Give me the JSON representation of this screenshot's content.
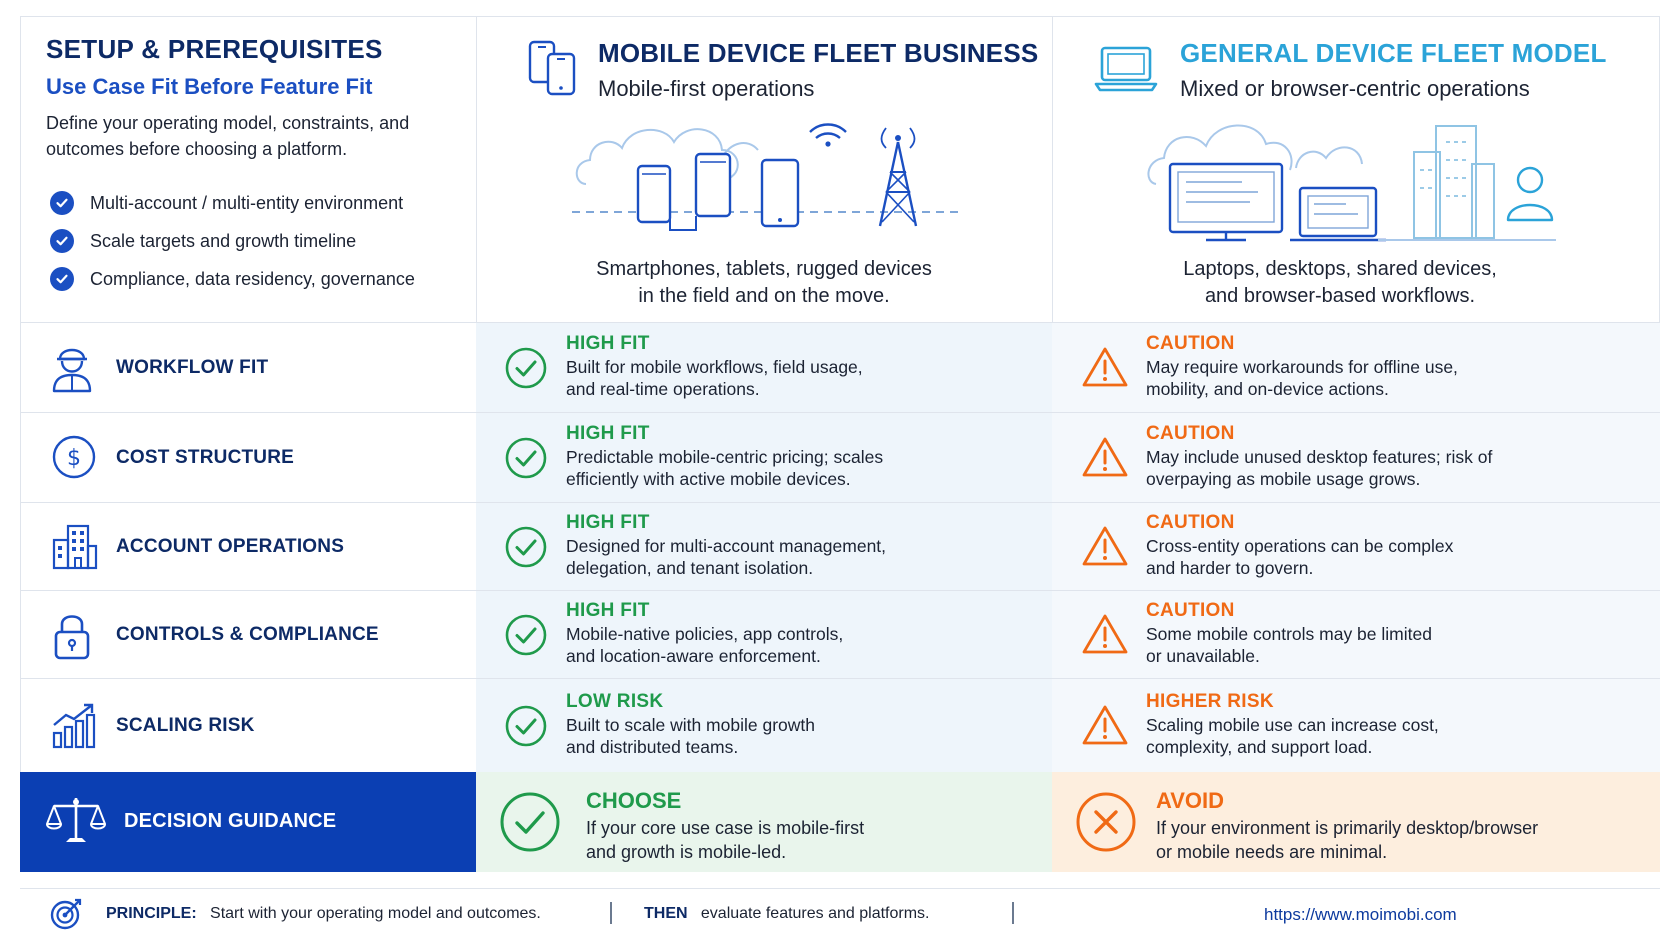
{
  "setup": {
    "title": "SETUP & PREREQUISITES",
    "subtitle": "Use Case Fit Before Feature Fit",
    "description": "Define your operating model, constraints, and outcomes before choosing a platform.",
    "checks": [
      "Multi-account / multi-entity environment",
      "Scale targets and growth timeline",
      "Compliance, data residency, governance"
    ]
  },
  "mobile": {
    "title": "MOBILE DEVICE FLEET BUSINESS",
    "subtitle": "Mobile-first operations",
    "caption_line1": "Smartphones, tablets, rugged devices",
    "caption_line2": "in the field and on the move.",
    "icon": "phones-icon"
  },
  "general": {
    "title": "GENERAL DEVICE FLEET MODEL",
    "subtitle": "Mixed or browser-centric operations",
    "caption_line1": "Laptops, desktops, shared devices,",
    "caption_line2": "and browser-based workflows.",
    "icon": "laptop-icon"
  },
  "rows": [
    {
      "label": "WORKFLOW FIT",
      "icon": "worker-icon",
      "mobile_verdict": "HIGH FIT",
      "mobile_l1": "Built for mobile workflows, field usage,",
      "mobile_l2": "and real-time operations.",
      "general_verdict": "CAUTION",
      "general_l1": "May require workarounds for offline use,",
      "general_l2": "mobility, and on-device actions."
    },
    {
      "label": "COST STRUCTURE",
      "icon": "dollar-icon",
      "mobile_verdict": "HIGH FIT",
      "mobile_l1": "Predictable mobile-centric pricing; scales",
      "mobile_l2": "efficiently with active mobile devices.",
      "general_verdict": "CAUTION",
      "general_l1": "May include unused desktop features; risk of",
      "general_l2": "overpaying as mobile usage grows."
    },
    {
      "label": "ACCOUNT OPERATIONS",
      "icon": "building-icon",
      "mobile_verdict": "HIGH FIT",
      "mobile_l1": "Designed for multi-account management,",
      "mobile_l2": "delegation, and tenant isolation.",
      "general_verdict": "CAUTION",
      "general_l1": "Cross-entity operations can be complex",
      "general_l2": "and harder to govern."
    },
    {
      "label": "CONTROLS & COMPLIANCE",
      "icon": "lock-icon",
      "mobile_verdict": "HIGH FIT",
      "mobile_l1": "Mobile-native policies, app controls,",
      "mobile_l2": "and location-aware enforcement.",
      "general_verdict": "CAUTION",
      "general_l1": "Some mobile controls may be limited",
      "general_l2": "or unavailable."
    },
    {
      "label": "SCALING RISK",
      "icon": "growth-chart-icon",
      "mobile_verdict": "LOW RISK",
      "mobile_l1": "Built to scale with mobile growth",
      "mobile_l2": "and distributed teams.",
      "general_verdict": "HIGHER RISK",
      "general_l1": "Scaling mobile use can increase cost,",
      "general_l2": "complexity, and support load."
    }
  ],
  "decision": {
    "label": "DECISION GUIDANCE",
    "mobile_title": "CHOOSE",
    "mobile_l1": "If your core use case is mobile-first",
    "mobile_l2": "and growth is mobile-led.",
    "general_title": "AVOID",
    "general_l1": "If your environment is primarily desktop/browser",
    "general_l2": "or mobile needs are minimal."
  },
  "footer": {
    "principle_label": "PRINCIPLE:",
    "principle_text": "Start with your operating model and outcomes.",
    "then_label": "THEN",
    "then_text": "evaluate features and platforms.",
    "url": "https://www.moimobi.com"
  },
  "colors": {
    "navy": "#0d2a66",
    "blue": "#1b4fc2",
    "teal": "#2ba3d8",
    "green": "#1f9a4b",
    "orange": "#f06a15",
    "decision_bg": "#0b3fb3"
  }
}
